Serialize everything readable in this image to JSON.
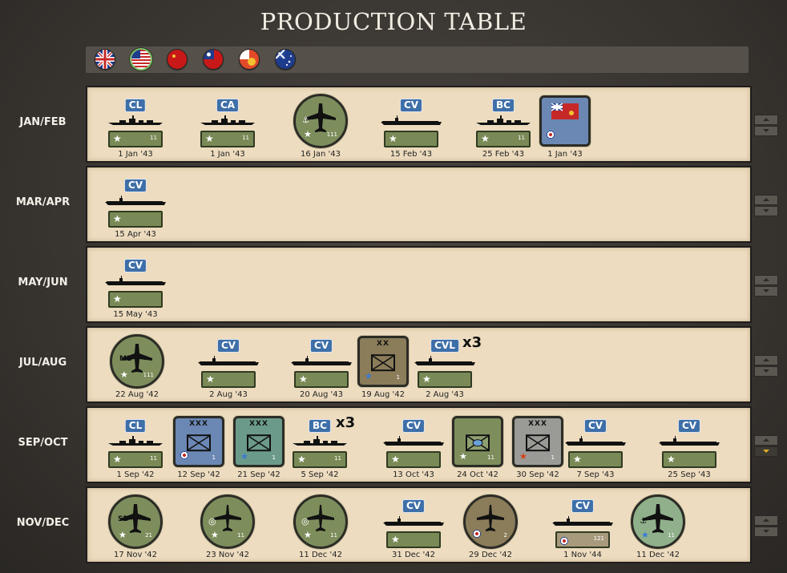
{
  "title": "PRODUCTION TABLE",
  "flags": [
    {
      "name": "uk-flag-icon",
      "selected": false
    },
    {
      "name": "usa-flag-icon",
      "selected": true
    },
    {
      "name": "ussr-flag-icon",
      "selected": false
    },
    {
      "name": "china-flag-icon",
      "selected": false
    },
    {
      "name": "nationalist-flag-icon",
      "selected": false
    },
    {
      "name": "australia-flag-icon",
      "selected": false
    }
  ],
  "rows": [
    {
      "label": "JAN/FEB"
    },
    {
      "label": "MAR/APR"
    },
    {
      "label": "MAY/JUN"
    },
    {
      "label": "JUL/AUG"
    },
    {
      "label": "SEP/OCT"
    },
    {
      "label": "NOV/DEC"
    }
  ],
  "units": {
    "r0u0": {
      "tag": "CL",
      "pips": "11",
      "date": "1 Jan '43"
    },
    "r0u1": {
      "tag": "CA",
      "pips": "11",
      "date": "1 Jan '43"
    },
    "r0u2": {
      "pips": "111",
      "date": "16 Jan '43"
    },
    "r0u3": {
      "tag": "CV",
      "date": "15 Feb '43"
    },
    "r0u4": {
      "tag": "BC",
      "pips": "11",
      "date": "25 Feb '43"
    },
    "r0u5": {
      "date": "1 Jan '43"
    },
    "r1u0": {
      "tag": "CV",
      "date": "15 Apr '43"
    },
    "r2u0": {
      "tag": "CV",
      "date": "15 May '43"
    },
    "r3u0": {
      "label": "MB",
      "pips": "111",
      "date": "22 Aug '42"
    },
    "r3u1": {
      "tag": "CV",
      "date": "2 Aug '43"
    },
    "r3u2": {
      "tag": "CV",
      "date": "20 Aug '43"
    },
    "r3u3": {
      "type": "XX",
      "pips": "1",
      "date": "19 Aug '42"
    },
    "r3u4": {
      "tag": "CVL",
      "date": "2 Aug '43",
      "mult": "x3"
    },
    "r4u0": {
      "tag": "CL",
      "pips": "11",
      "date": "1 Sep '42"
    },
    "r4u1": {
      "type": "XXX",
      "pips": "1",
      "date": "12 Sep '42"
    },
    "r4u2": {
      "type": "XXX",
      "pips": "1",
      "date": "21 Sep '42"
    },
    "r4u3": {
      "tag": "BC",
      "pips": "11",
      "date": "5 Sep '42",
      "mult": "x3"
    },
    "r4u4": {
      "tag": "CV",
      "date": "13 Oct '43"
    },
    "r4u5": {
      "pips": "11",
      "date": "24 Oct '42"
    },
    "r4u6": {
      "type": "XXX",
      "pips": "1",
      "date": "30 Sep '42"
    },
    "r4u7": {
      "tag": "CV",
      "date": "7 Sep '43"
    },
    "r4u8": {
      "tag": "CV",
      "date": "25 Sep '43"
    },
    "r5u0": {
      "label": "SB",
      "pips": "21",
      "date": "17 Nov '42"
    },
    "r5u1": {
      "pips": "11",
      "date": "23 Nov '42"
    },
    "r5u2": {
      "pips": "11",
      "date": "11 Dec '42"
    },
    "r5u3": {
      "tag": "CV",
      "date": "31 Dec '42"
    },
    "r5u4": {
      "pips": "2",
      "date": "29 Dec '42"
    },
    "r5u5": {
      "tag": "CV",
      "pips": "121",
      "date": "1 Nov '44"
    },
    "r5u6": {
      "pips": "11",
      "date": "11 Dec '42"
    }
  },
  "colors": {
    "row_bg": "#eddcbf",
    "unit_green": "#7d8e5c",
    "tag_blue": "#3e6fa8",
    "uk_blue": "#6b87b4",
    "infantry_teal": "#6b9a8a",
    "tan_counter": "#8b7c5a",
    "grey_counter": "#9a9a96"
  }
}
